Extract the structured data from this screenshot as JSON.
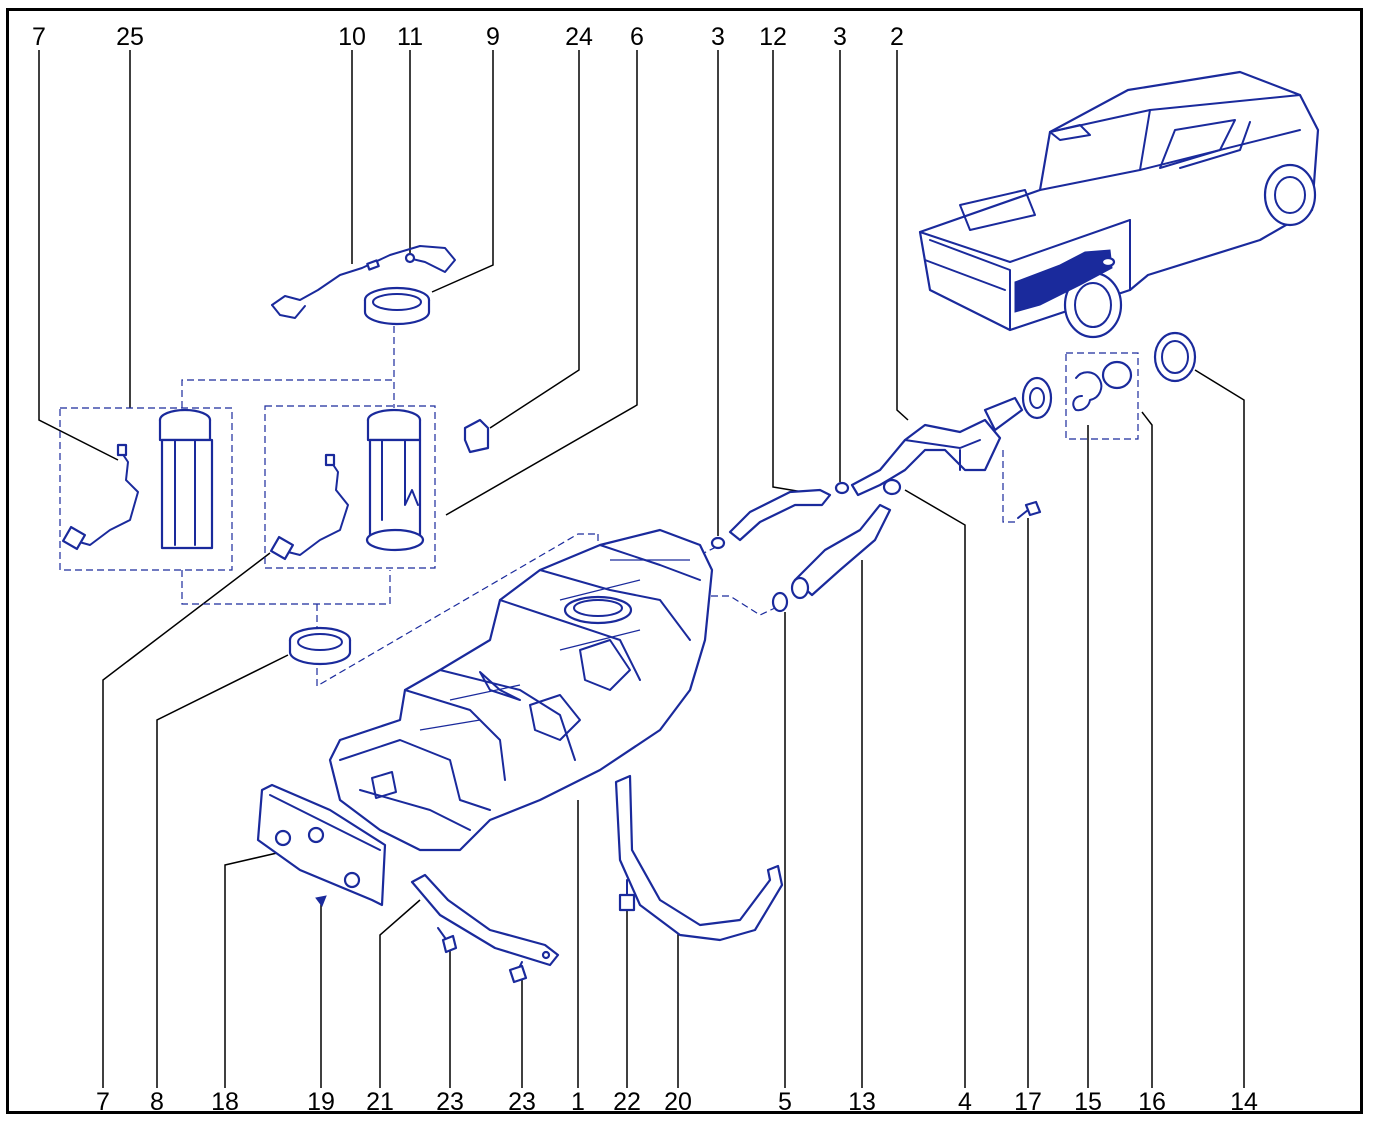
{
  "diagram": {
    "top_labels": [
      "7",
      "25",
      "10",
      "11",
      "9",
      "24",
      "6",
      "3",
      "12",
      "3",
      "2"
    ],
    "bottom_labels": [
      "7",
      "8",
      "18",
      "19",
      "21",
      "23",
      "23",
      "1",
      "22",
      "20",
      "5",
      "13",
      "4",
      "17",
      "15",
      "16",
      "14"
    ]
  },
  "colors": {
    "line_art": "#1a2a9c",
    "labels": "#000000",
    "frame": "#000000"
  }
}
